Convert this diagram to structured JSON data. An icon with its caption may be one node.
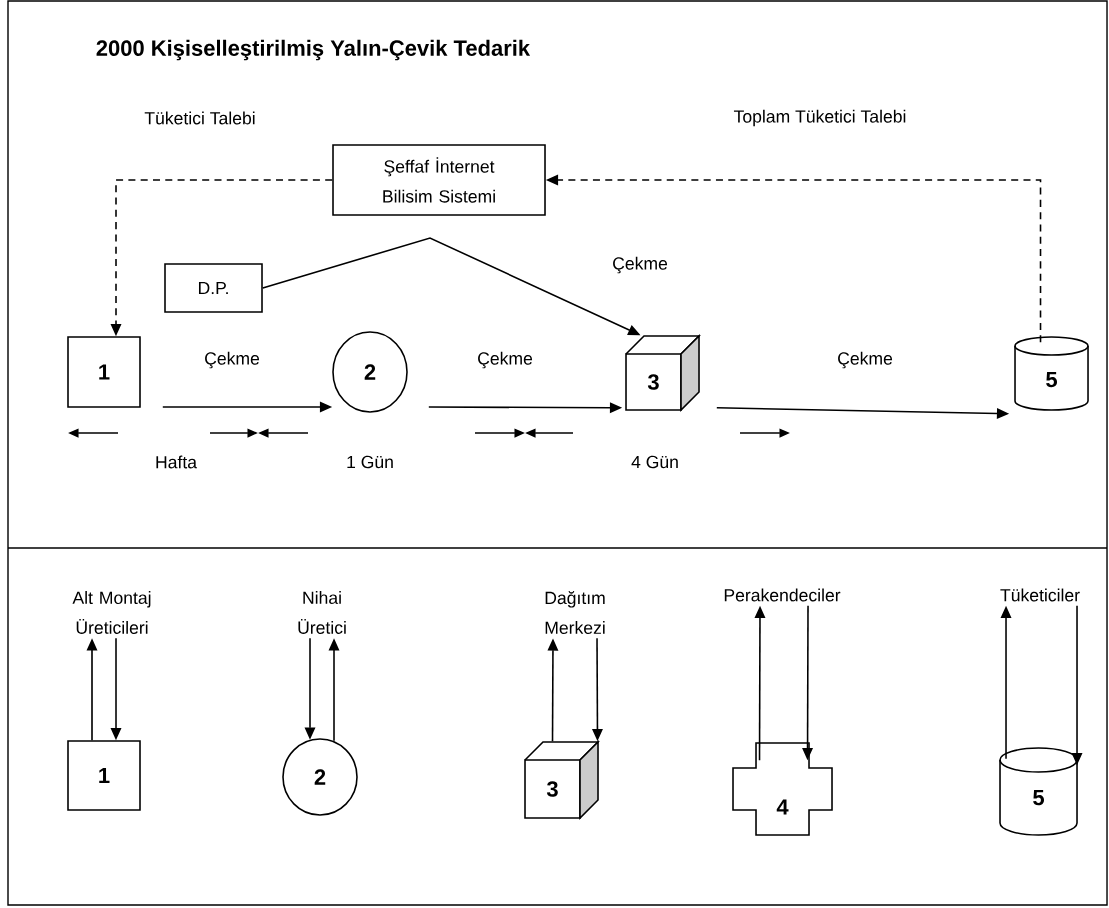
{
  "diagram": {
    "title": "2000 Kişiselleştirilmiş Yalın-Çevik Tedarik",
    "nodes": [
      {
        "text": [
          "Şeffaf İnternet Bilisim Sistemi"
        ]
      },
      {
        "text": [
          "D.P."
        ]
      },
      {
        "text": [
          "1"
        ]
      },
      {
        "text": [
          "2"
        ]
      },
      {
        "text": [
          "3"
        ]
      },
      {
        "text": [
          "5"
        ]
      },
      {
        "text": [
          "1"
        ]
      },
      {
        "text": [
          "2"
        ]
      },
      {
        "text": [
          "3"
        ]
      },
      {
        "text": [
          "4"
        ]
      },
      {
        "text": [
          "5"
        ]
      },
      {
        "text": [
          "Alt Montaj Üreticileri"
        ]
      },
      {
        "text": [
          "Nihai Üretici"
        ]
      },
      {
        "text": [
          "Dağıtım Merkezi"
        ]
      },
      {
        "text": [
          "Perakendeciler"
        ]
      },
      {
        "text": [
          "Tüketiciler"
        ]
      }
    ],
    "edges": [
      {
        "from": 0,
        "to": 2,
        "arrow": "to",
        "style": "dashed"
      },
      {
        "from": 5,
        "to": 0,
        "arrow": "to",
        "style": "dashed"
      },
      {
        "from": 1,
        "to": 4,
        "arrow": "to"
      },
      {
        "from": 2,
        "to": 3,
        "arrow": "to",
        "label": "Çekme"
      },
      {
        "from": 3,
        "to": 4,
        "arrow": "to",
        "label": "Çekme"
      },
      {
        "from": 4,
        "to": 5,
        "arrow": "to",
        "label": "Çekme"
      },
      {
        "from": 6,
        "to": 11,
        "arrow": "to"
      },
      {
        "from": 11,
        "to": 6,
        "arrow": "to"
      },
      {
        "from": 12,
        "to": 7,
        "arrow": "to"
      },
      {
        "from": 7,
        "to": 12,
        "arrow": "to"
      },
      {
        "from": 8,
        "to": 13,
        "arrow": "to"
      },
      {
        "from": 13,
        "to": 8,
        "arrow": "to"
      },
      {
        "from": 9,
        "to": 14,
        "arrow": "to"
      },
      {
        "from": 14,
        "to": 9,
        "arrow": "to"
      },
      {
        "from": 10,
        "to": 15,
        "arrow": "to"
      },
      {
        "from": 15,
        "to": 10,
        "arrow": "to"
      }
    ],
    "labels": [
      "Tüketici Talebi",
      "Toplam Tüketici Talebi",
      "Çekme",
      "Hafta",
      "1 Gün",
      "4 Gün"
    ]
  }
}
